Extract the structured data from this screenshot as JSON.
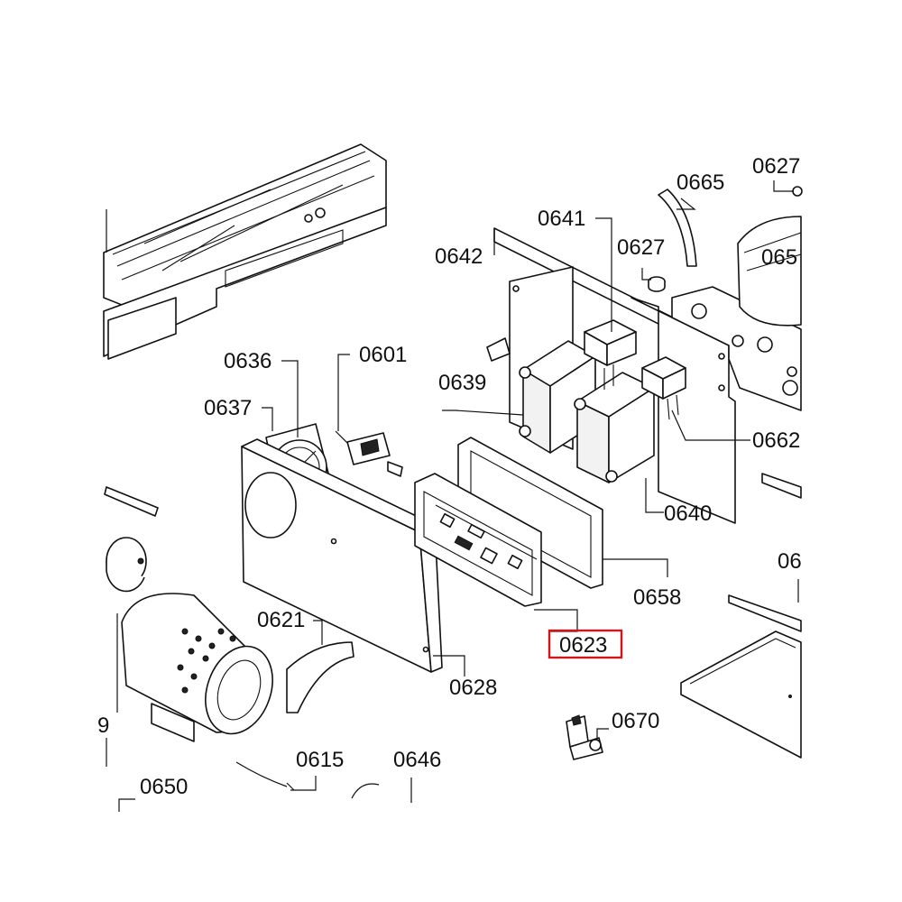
{
  "highlight_color": "#d0161b",
  "labels": {
    "l0642": "0642",
    "l0641": "0641",
    "l0627a": "0627",
    "l0665": "0665",
    "l0627b": "0627",
    "l065": "065",
    "l0636": "0636",
    "l0601": "0601",
    "l0639": "0639",
    "l0637": "0637",
    "l0662": "0662",
    "l0640": "0640",
    "l0658": "0658",
    "l06": "06",
    "l0621": "0621",
    "l0623": "0623",
    "l0628": "0628",
    "l0670": "0670",
    "l0615": "0615",
    "l0646": "0646",
    "l0650": "0650",
    "l9": "9"
  },
  "icons": {
    "fan": "fan-assembly",
    "drum": "blower-drum",
    "valve": "solenoid-valve",
    "transformer": "transformer-block"
  }
}
